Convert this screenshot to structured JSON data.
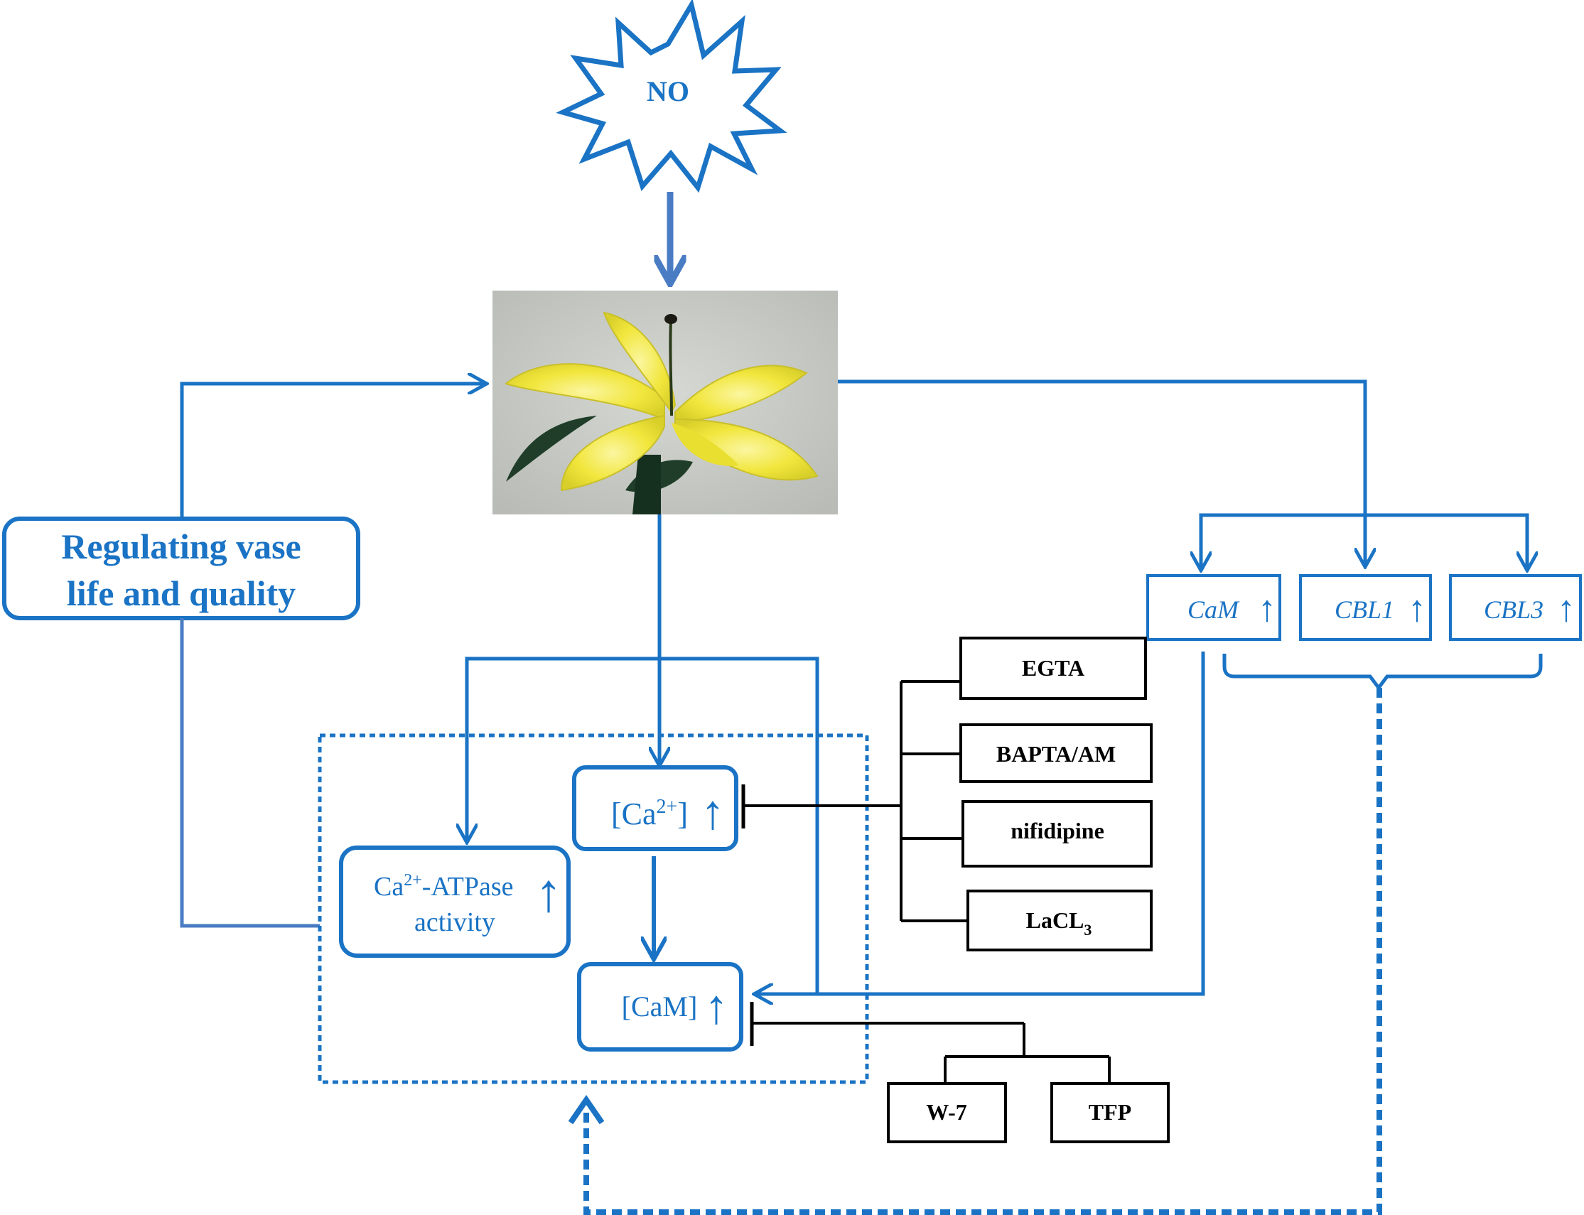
{
  "colors": {
    "blue": "#1a73c4",
    "steel_blue": "#4a7cc4",
    "black": "#000000",
    "photo_bg": "#c9cbc6",
    "petal": "#f2ea4a",
    "leaf": "#1f3d28"
  },
  "nodes": {
    "signal": "NO",
    "outcome_line1": "Regulating vase",
    "outcome_line2": "life and quality",
    "calcium": {
      "prefix": "[Ca",
      "sup": "2+",
      "suffix": "]",
      "arrow": "↑"
    },
    "cam_protein": {
      "text": "[CaM]",
      "arrow": "↑"
    },
    "atpase_line1": {
      "prefix": "Ca",
      "sup": "2+",
      "suffix": "-ATPase"
    },
    "atpase_line2": "activity",
    "atpase_arrow": "↑",
    "genes": [
      {
        "name": "CaM",
        "arrow": "↑"
      },
      {
        "name": "CBL1",
        "arrow": "↑"
      },
      {
        "name": "CBL3",
        "arrow": "↑"
      }
    ]
  },
  "calcium_inhibitors": [
    "EGTA",
    "BAPTA/AM",
    "nifidipine"
  ],
  "lanthanum": {
    "prefix": "LaCL",
    "sub": "3"
  },
  "cam_inhibitors": [
    "W-7",
    "TFP"
  ],
  "icons": {
    "flower_photo": "lily-photo",
    "signal_shape": "starburst-shape"
  }
}
